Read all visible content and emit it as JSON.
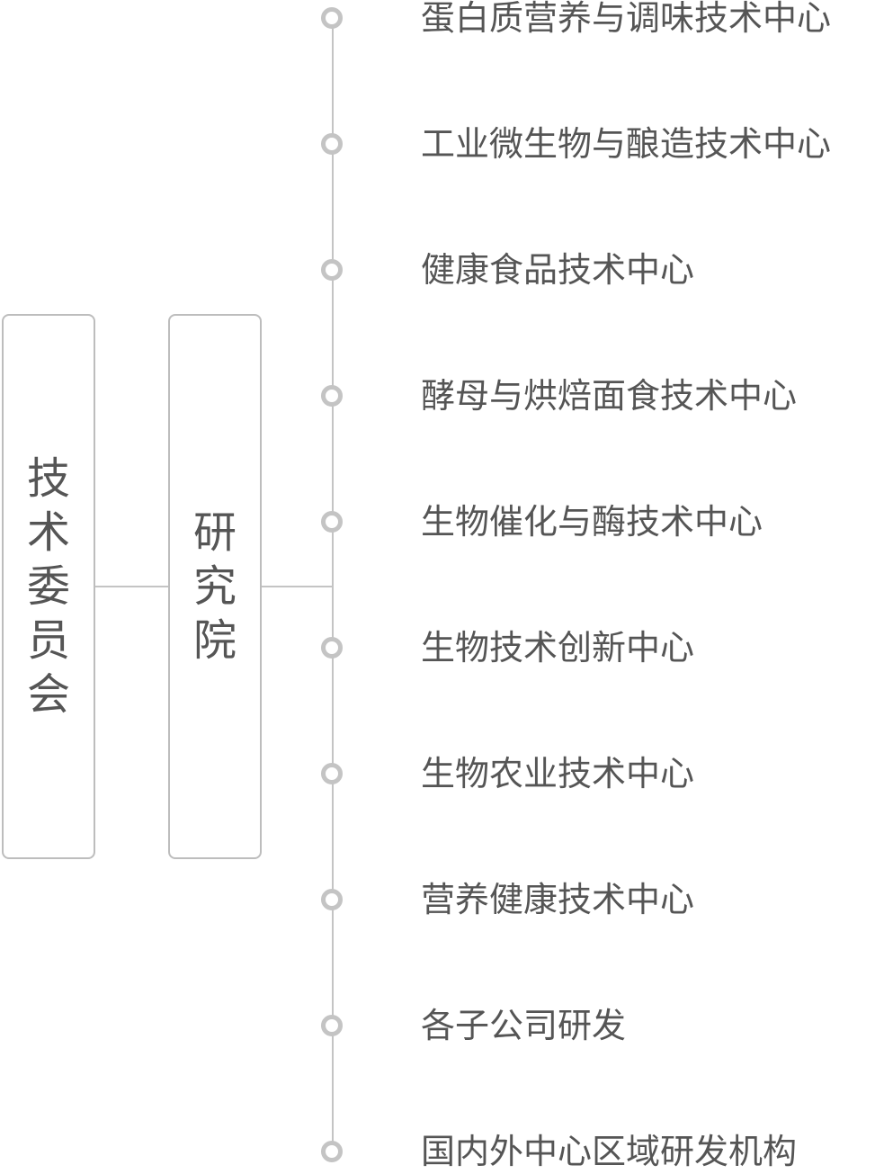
{
  "colors": {
    "line": "#c4c4c4",
    "border": "#bdbdbd",
    "text": "#555555"
  },
  "committee": {
    "chars": [
      "技",
      "术",
      "委",
      "员",
      "会"
    ]
  },
  "institute": {
    "chars": [
      "研",
      "究",
      "院"
    ]
  },
  "centers": [
    "蛋白质营养与调味技术中心",
    "工业微生物与酿造技术中心",
    "健康食品技术中心",
    "酵母与烘焙面食技术中心",
    "生物催化与酶技术中心",
    "生物技术创新中心",
    "生物农业技术中心",
    "营养健康技术中心",
    "各子公司研发",
    "国内外中心区域研发机构"
  ]
}
